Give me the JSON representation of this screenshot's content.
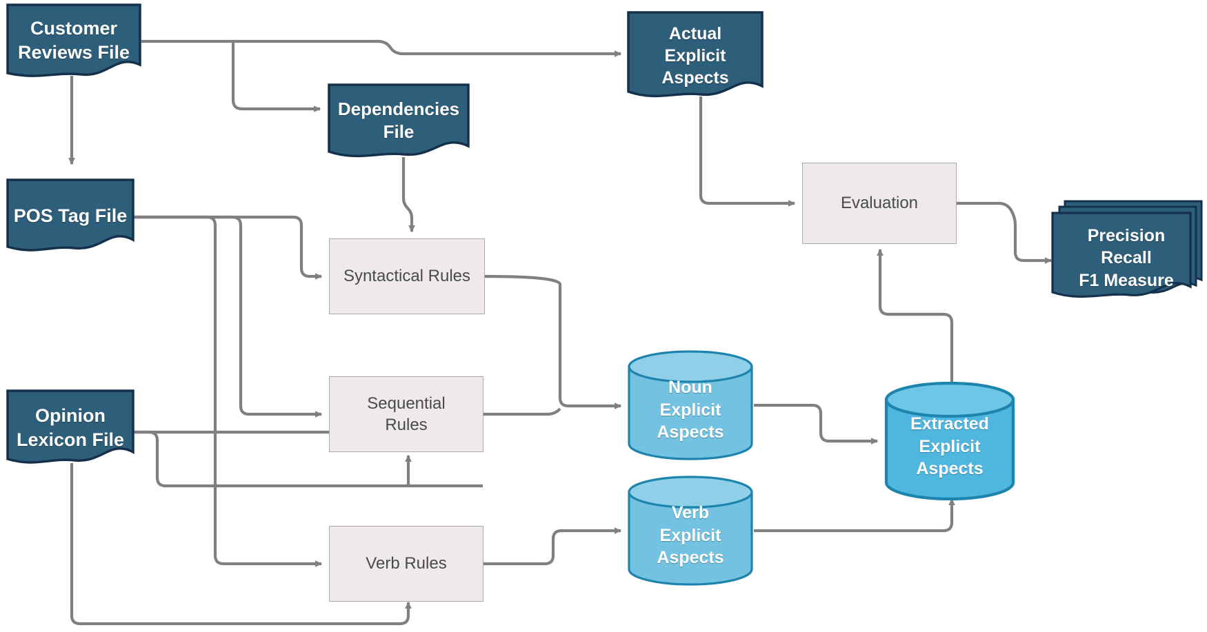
{
  "diagram": {
    "title": "Aspect Extraction Pipeline Flowchart",
    "colors": {
      "doc_fill": "#2E5F7A",
      "doc_stroke": "#14304A",
      "proc_fill": "#EDE9EC",
      "proc_stroke": "#ACA6AB",
      "proc_text": "#4A4A4A",
      "cyl_fill": "#74C2E1",
      "cyl_stroke": "#1D84AD",
      "cyl_top": "#8FD0E8",
      "extracted_fill": "#4FB6DF",
      "extracted_stroke": "#1D84AD",
      "wire": "#808080",
      "background": "#FFFFFF"
    },
    "nodes": [
      {
        "id": "customer-reviews-file",
        "shape": "document",
        "label": "Customer\nReviews  File"
      },
      {
        "id": "pos-tag-file",
        "shape": "document",
        "label": "POS Tag File"
      },
      {
        "id": "opinion-lexicon-file",
        "shape": "document",
        "label": "Opinion\nLexicon  File"
      },
      {
        "id": "dependencies-file",
        "shape": "document",
        "label": "Dependencies\nFile"
      },
      {
        "id": "actual-explicit-aspects",
        "shape": "document",
        "label": "Actual\nExplicit\nAspects"
      },
      {
        "id": "syntactical-rules",
        "shape": "process",
        "label": "Syntactical Rules"
      },
      {
        "id": "sequential-rules",
        "shape": "process",
        "label": "Sequential\nRules"
      },
      {
        "id": "verb-rules",
        "shape": "process",
        "label": "Verb Rules"
      },
      {
        "id": "evaluation",
        "shape": "process",
        "label": "Evaluation"
      },
      {
        "id": "noun-explicit-aspects",
        "shape": "cylinder",
        "label": "Noun\nExplicit\nAspects"
      },
      {
        "id": "verb-explicit-aspects",
        "shape": "cylinder",
        "label": "Verb\nExplicit\nAspects"
      },
      {
        "id": "extracted-explicit-aspects",
        "shape": "cylinder",
        "label": "Extracted\nExplicit\nAspects"
      },
      {
        "id": "precision-recall-f1",
        "shape": "stacked-document",
        "label": "Precision\nRecall\nF1 Measure"
      }
    ],
    "labels": {
      "customer_reviews_file_l1": "Customer",
      "customer_reviews_file_l2": "Reviews  File",
      "pos_tag_file": "POS Tag File",
      "opinion_lexicon_file_l1": "Opinion",
      "opinion_lexicon_file_l2": "Lexicon  File",
      "dependencies_file_l1": "Dependencies",
      "dependencies_file_l2": "File",
      "actual_explicit_aspects_l1": "Actual",
      "actual_explicit_aspects_l2": "Explicit",
      "actual_explicit_aspects_l3": "Aspects",
      "syntactical_rules": "Syntactical Rules",
      "sequential_rules_l1": "Sequential",
      "sequential_rules_l2": "Rules",
      "verb_rules": "Verb Rules",
      "evaluation": "Evaluation",
      "noun_explicit_aspects_l1": "Noun",
      "noun_explicit_aspects_l2": "Explicit",
      "noun_explicit_aspects_l3": "Aspects",
      "verb_explicit_aspects_l1": "Verb",
      "verb_explicit_aspects_l2": "Explicit",
      "verb_explicit_aspects_l3": "Aspects",
      "extracted_explicit_aspects_l1": "Extracted",
      "extracted_explicit_aspects_l2": "Explicit",
      "extracted_explicit_aspects_l3": "Aspects",
      "precision_recall_f1_l1": "Precision",
      "precision_recall_f1_l2": "Recall",
      "precision_recall_f1_l3": "F1 Measure"
    },
    "edges": [
      {
        "from": "customer-reviews-file",
        "to": "actual-explicit-aspects"
      },
      {
        "from": "customer-reviews-file",
        "to": "dependencies-file"
      },
      {
        "from": "customer-reviews-file",
        "to": "pos-tag-file"
      },
      {
        "from": "dependencies-file",
        "to": "syntactical-rules"
      },
      {
        "from": "pos-tag-file",
        "to": "syntactical-rules"
      },
      {
        "from": "pos-tag-file",
        "to": "sequential-rules"
      },
      {
        "from": "pos-tag-file",
        "to": "verb-rules"
      },
      {
        "from": "opinion-lexicon-file",
        "to": "syntactical-rules"
      },
      {
        "from": "opinion-lexicon-file",
        "to": "sequential-rules"
      },
      {
        "from": "opinion-lexicon-file",
        "to": "verb-rules"
      },
      {
        "from": "syntactical-rules",
        "to": "noun-explicit-aspects"
      },
      {
        "from": "sequential-rules",
        "to": "noun-explicit-aspects"
      },
      {
        "from": "verb-rules",
        "to": "verb-explicit-aspects"
      },
      {
        "from": "noun-explicit-aspects",
        "to": "extracted-explicit-aspects"
      },
      {
        "from": "verb-explicit-aspects",
        "to": "extracted-explicit-aspects"
      },
      {
        "from": "extracted-explicit-aspects",
        "to": "evaluation"
      },
      {
        "from": "actual-explicit-aspects",
        "to": "evaluation"
      },
      {
        "from": "evaluation",
        "to": "precision-recall-f1"
      }
    ]
  }
}
